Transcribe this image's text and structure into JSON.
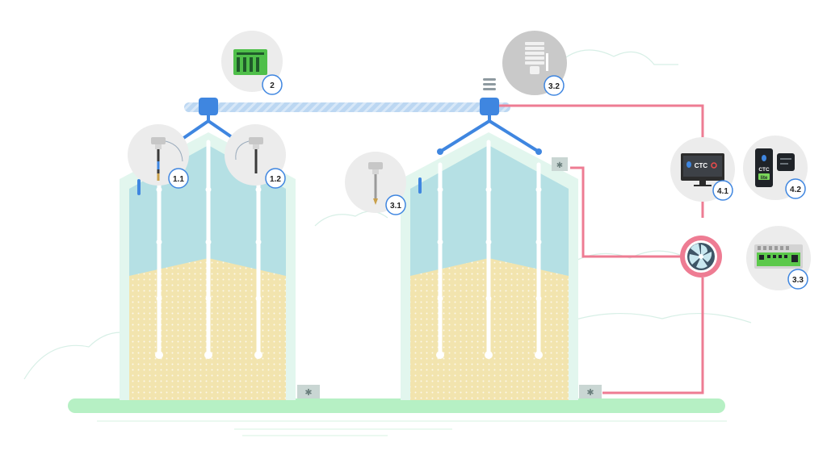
{
  "colors": {
    "silo_outer": "#e2f6ee",
    "silo_inner": "#b5e0e4",
    "grain": "#f2e4ae",
    "ground": "#b6f0c4",
    "conveyor": "#bcd7f2",
    "cable_blue": "#3f86e0",
    "pink_line": "#ee7c93",
    "circle_bg": "#ececec",
    "badge_ring": "#3f86e0"
  },
  "badges": {
    "b11": "1.1",
    "b12": "1.2",
    "b2": "2",
    "b31": "3.1",
    "b32": "3.2",
    "b33": "3.3",
    "b41": "4.1",
    "b42": "4.2"
  },
  "devices": {
    "ctc_monitor_text": "CTC",
    "ctc_phone_text": "CTC",
    "ctc_phone_sub": "lite"
  }
}
